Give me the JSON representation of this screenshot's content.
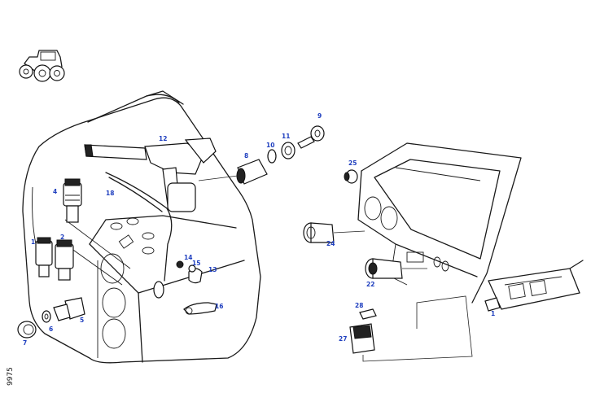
{
  "diagram": {
    "reference_number": "9975",
    "callout_color": "#1f3fbf",
    "line_color": "#1a1a1a",
    "callouts": {
      "c1a": "1",
      "c2": "2",
      "c4": "4",
      "c5": "5",
      "c6": "6",
      "c7": "7",
      "c8": "8",
      "c9": "9",
      "c10": "10",
      "c11": "11",
      "c12": "12",
      "c13": "13",
      "c14": "14",
      "c15": "15",
      "c16": "16",
      "c18": "18",
      "c22": "22",
      "c24": "24",
      "c25": "25",
      "c27": "27",
      "c28": "28",
      "c1b": "1"
    }
  }
}
